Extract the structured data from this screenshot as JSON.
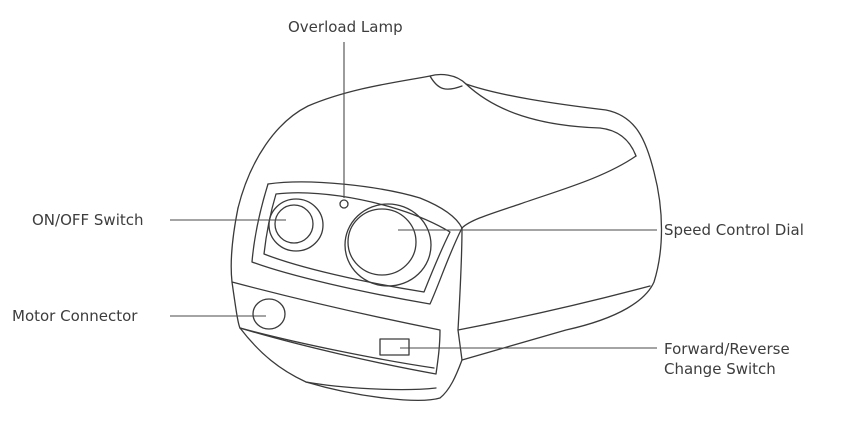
{
  "diagram": {
    "labels": {
      "overload_lamp": "Overload Lamp",
      "on_off_switch": "ON/OFF Switch",
      "speed_control_dial": "Speed Control Dial",
      "motor_connector": "Motor Connector",
      "forward_reverse_line1": "Forward/Reverse",
      "forward_reverse_line2": "Change Switch"
    },
    "colors": {
      "line": "#4a4a4a",
      "text": "#3d3d3d",
      "background": "#ffffff"
    }
  }
}
